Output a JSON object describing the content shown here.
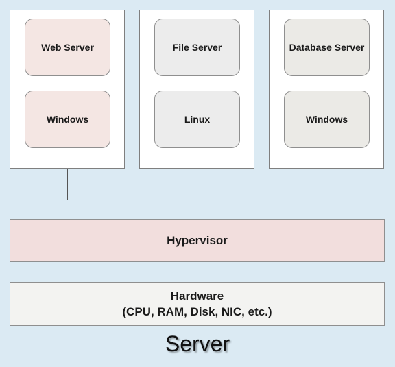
{
  "vms": [
    {
      "app_label": "Web Server",
      "os_label": "Windows",
      "tone": "pink"
    },
    {
      "app_label": "File Server",
      "os_label": "Linux",
      "tone": "gray"
    },
    {
      "app_label": "Database Server",
      "os_label": "Windows",
      "tone": "beige"
    }
  ],
  "hypervisor": {
    "label": "Hypervisor"
  },
  "hardware": {
    "title": "Hardware",
    "detail": "(CPU, RAM, Disk, NIC, etc.)"
  },
  "server_label": "Server",
  "colors": {
    "background": "#dbeaf3",
    "vm_frame": "#ffffff",
    "pink_box": "#f4e6e3",
    "gray_box": "#ececec",
    "beige_box": "#ebeae6",
    "hypervisor": "#f2dedd",
    "hardware": "#f3f3f1",
    "lines": "#555555"
  }
}
